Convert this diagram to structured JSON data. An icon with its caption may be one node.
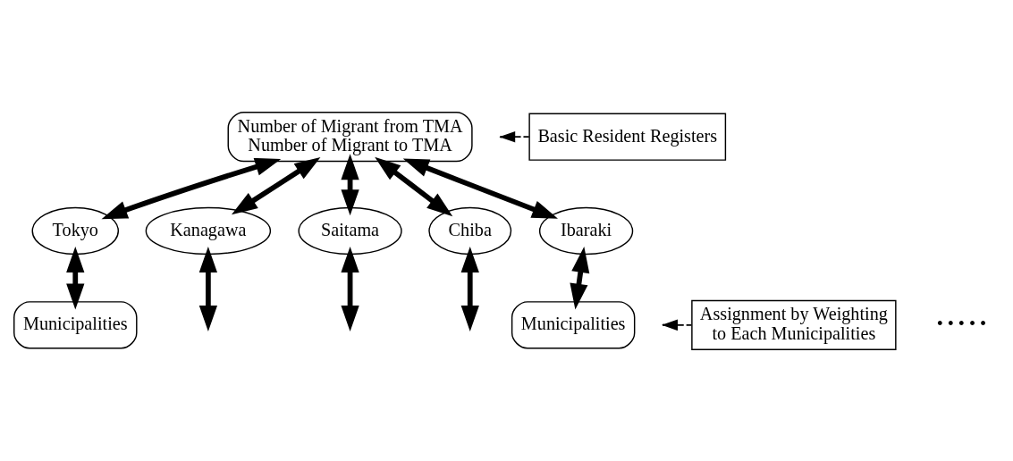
{
  "diagram": {
    "nodes": [
      {
        "text": [
          "Number of Migrant from TMA",
          "Number of Migrant to TMA"
        ]
      },
      {
        "text": [
          "Basic Resident Registers"
        ]
      },
      {
        "text": [
          "Tokyo"
        ]
      },
      {
        "text": [
          "Kanagawa"
        ]
      },
      {
        "text": [
          "Saitama"
        ]
      },
      {
        "text": [
          "Chiba"
        ]
      },
      {
        "text": [
          "Ibaraki"
        ]
      },
      {
        "text": [
          "Assignment by Weighting to Each Municipalities"
        ]
      },
      {
        "text": [
          "Municipalities"
        ]
      },
      {
        "text": [
          "Municipalities"
        ]
      }
    ],
    "edges": [
      {
        "from": 0,
        "to": 2,
        "arrow": "both"
      },
      {
        "from": 0,
        "to": 3,
        "arrow": "both"
      },
      {
        "from": 0,
        "to": 4,
        "arrow": "both"
      },
      {
        "from": 0,
        "to": 5,
        "arrow": "both"
      },
      {
        "from": 0,
        "to": 6,
        "arrow": "both"
      },
      {
        "from": 1,
        "to": null,
        "arrow": "to",
        "style": "dashed"
      },
      {
        "from": 2,
        "to": 8,
        "arrow": "both"
      },
      {
        "from": 3,
        "to": null,
        "arrow": "both"
      },
      {
        "from": 4,
        "to": null,
        "arrow": "both"
      },
      {
        "from": 5,
        "to": null,
        "arrow": "both"
      },
      {
        "from": 6,
        "to": 9,
        "arrow": "both"
      },
      {
        "from": 7,
        "to": null,
        "arrow": "to",
        "style": "dashed"
      }
    ],
    "labels": [
      "• • • • •"
    ]
  }
}
